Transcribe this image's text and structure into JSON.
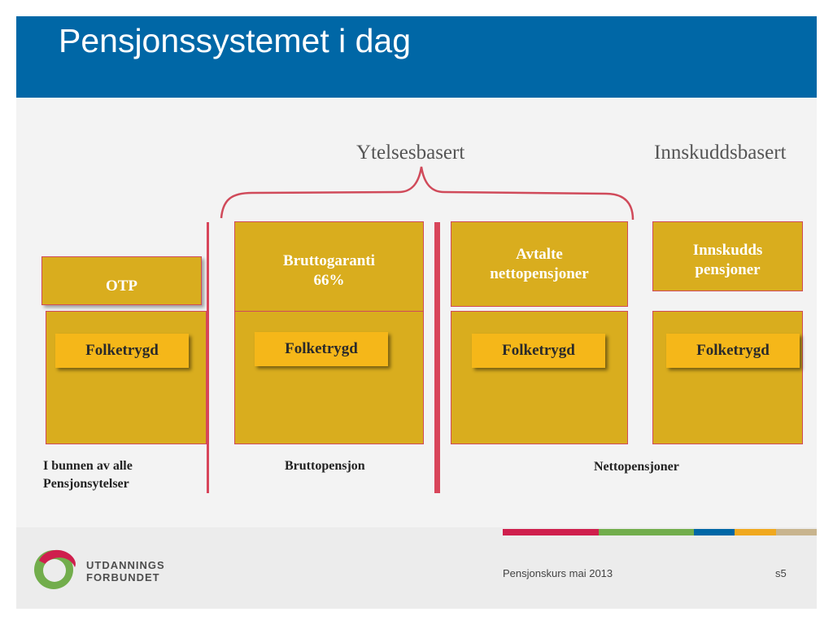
{
  "title": "Pensjonssystemet i dag",
  "headings": {
    "ytelsesbasert": "Ytelsesbasert",
    "innskuddsbasert": "Innskuddsbasert"
  },
  "columns": [
    {
      "top_label": "OTP",
      "bottom_label": "Folketrygd",
      "caption": "I bunnen av alle Pensjonsytelser"
    },
    {
      "top_label": "Bruttogaranti 66%",
      "bottom_label": "Folketrygd",
      "caption": "Bruttopensjon"
    },
    {
      "top_label": "Avtalte nettopensjoner",
      "bottom_label": "Folketrygd",
      "caption": "Nettopensjoner"
    },
    {
      "top_label": "Innskudds pensjoner",
      "bottom_label": "Folketrygd",
      "caption": ""
    }
  ],
  "footer": {
    "logo_line1": "UTDANNINGS",
    "logo_line2": "FORBUNDET",
    "course": "Pensjonskurs mai 2013",
    "slide_number": "s5"
  },
  "colors": {
    "header": "#0067a6",
    "box_fill": "#d9ad1e",
    "pill_fill": "#f5b719",
    "accent_red": "#d8455a",
    "stripe": [
      "#cf1f4d",
      "#72ad4c",
      "#0067a6",
      "#f0a81e",
      "#c8b48e"
    ]
  },
  "icons": {
    "logo": "utdanningsforbundet-logo-icon"
  }
}
